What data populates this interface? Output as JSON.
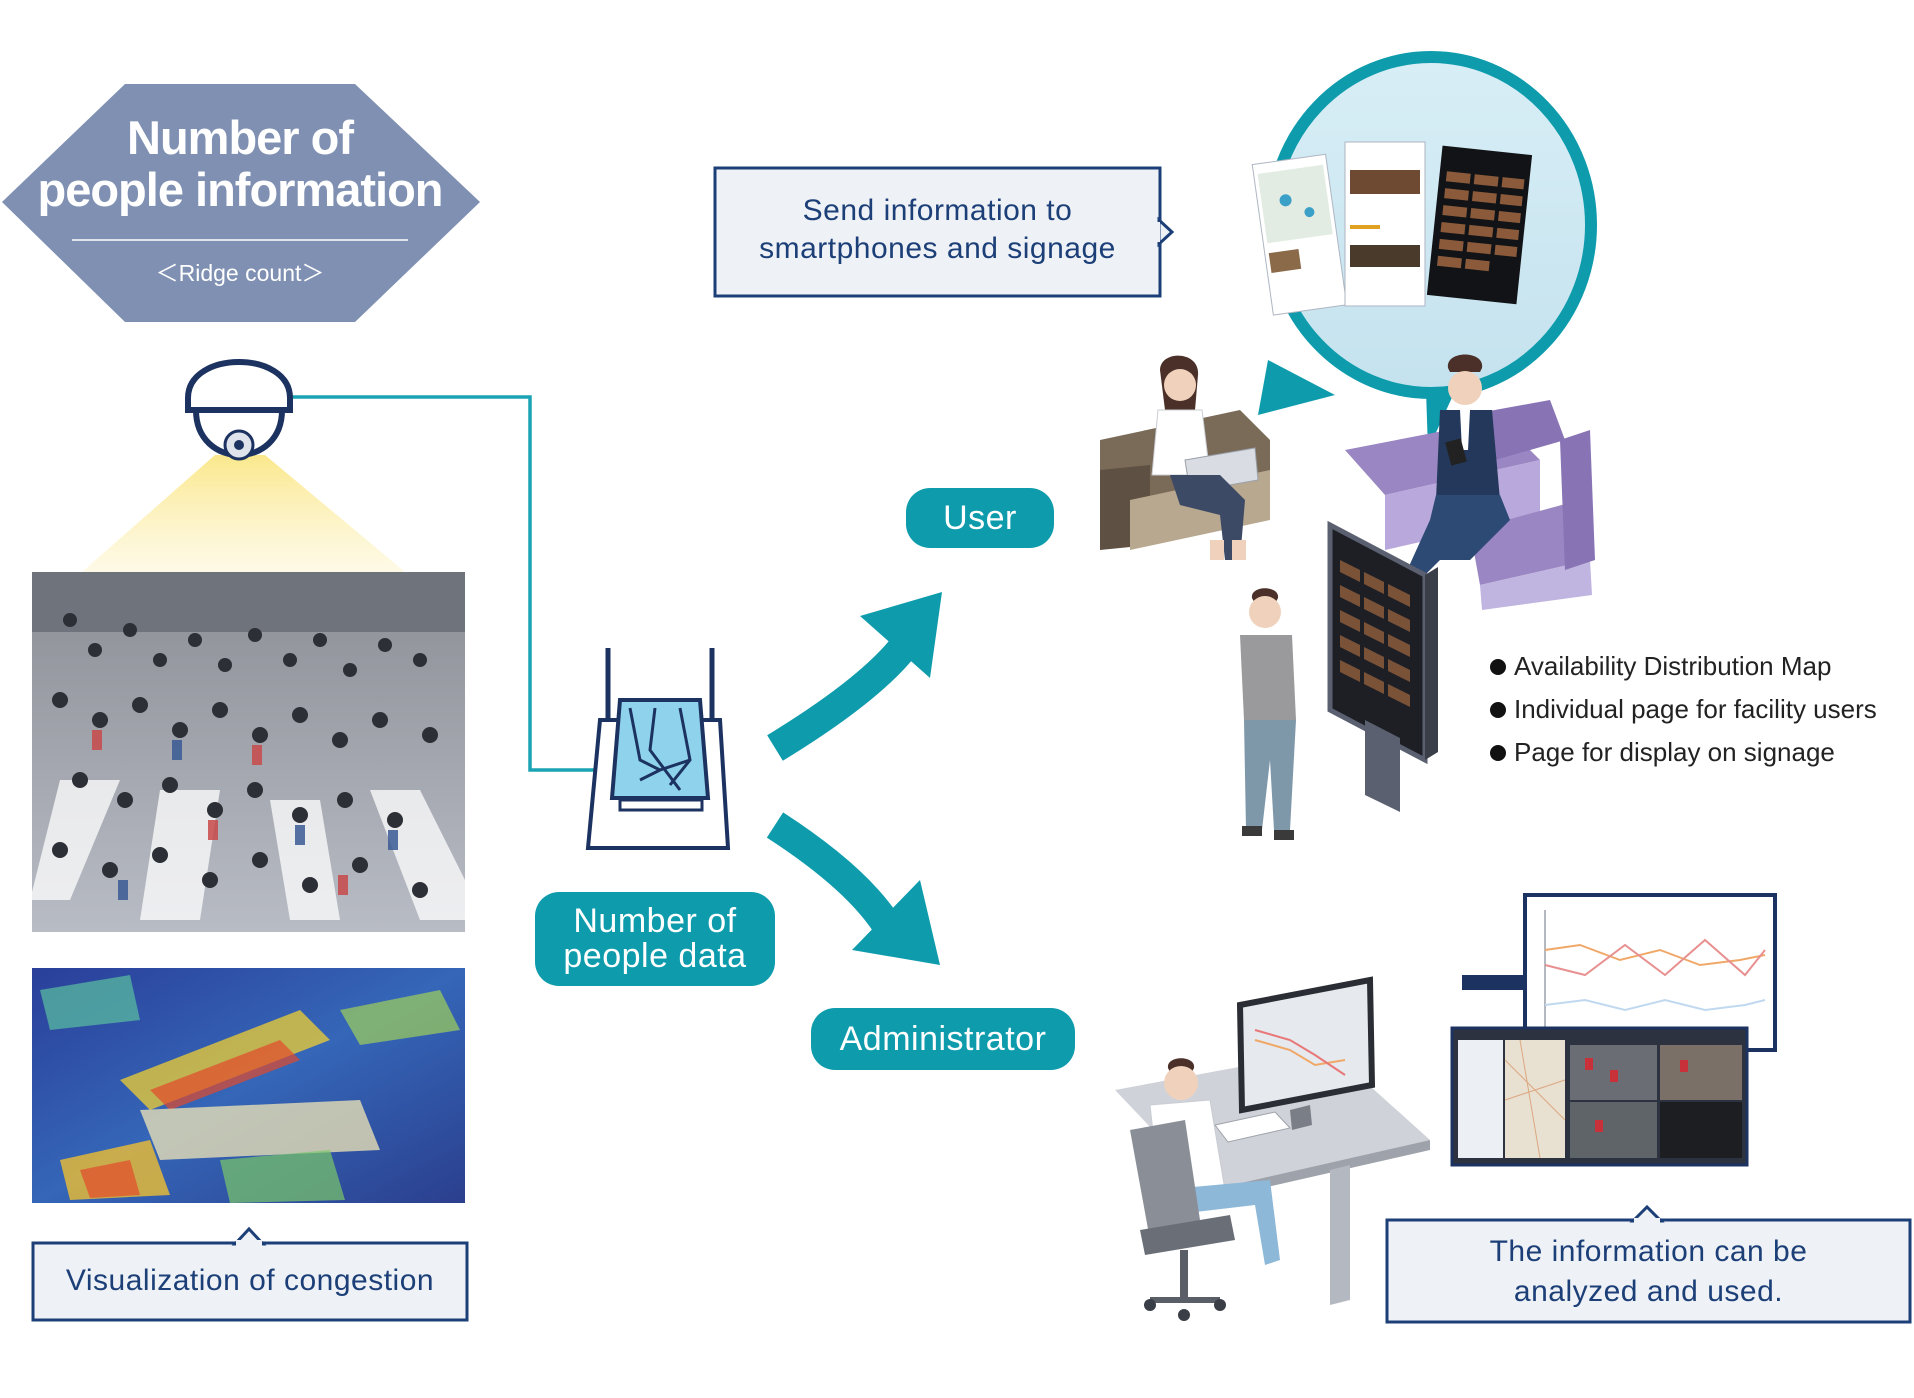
{
  "header": {
    "title_line1": "Number of",
    "title_line2": "people information",
    "subtitle": "＜Ridge count＞"
  },
  "callouts": {
    "send_line1": "Send information to",
    "send_line2": "smartphones and signage",
    "visualization": "Visualization of congestion",
    "analyze_line1": "The information can be",
    "analyze_line2": "analyzed and used."
  },
  "labels": {
    "user": "User",
    "data_line1": "Number of",
    "data_line2": "people data",
    "administrator": "Administrator"
  },
  "features": [
    "Availability Distribution Map",
    "Individual page for facility users",
    "Page for display on signage"
  ],
  "colors": {
    "hexagon": "#7f90b2",
    "teal": "#0e9cad",
    "navy": "#1c3f78",
    "callout_bg": "#eef1f6"
  }
}
